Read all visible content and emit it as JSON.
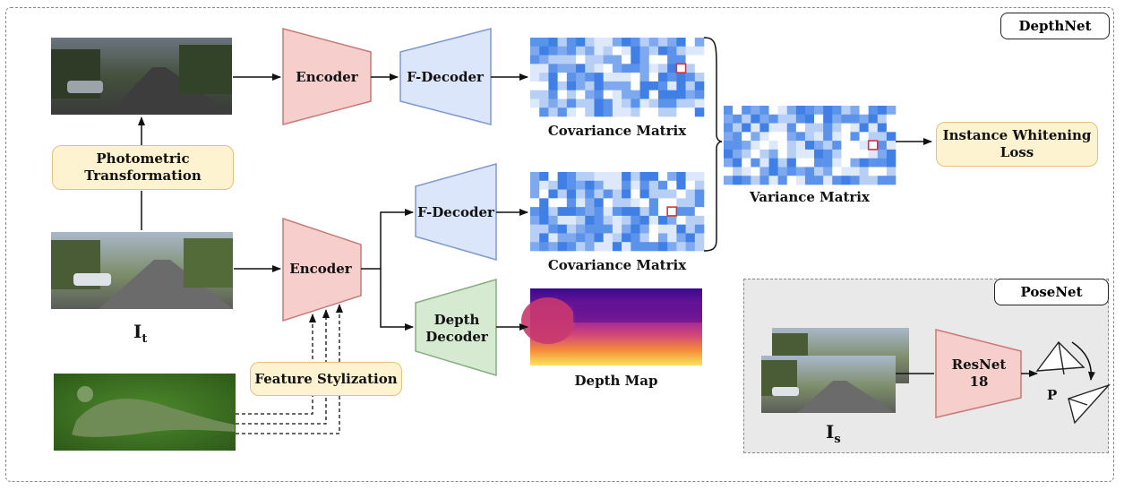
{
  "frames": {
    "depthnet_label": "DepthNet",
    "posenet_label": "PoseNet"
  },
  "blocks": {
    "encoder_top": "Encoder",
    "fdecoder_top": "F-Decoder",
    "encoder_main": "Encoder",
    "fdecoder_mid": "F-Decoder",
    "depth_decoder": "Depth\nDecoder",
    "resnet": "ResNet\n18"
  },
  "boxes": {
    "photometric": "Photometric\nTransformation",
    "feature_stylization": "Feature Stylization",
    "instance_whitening": "Instance Whitening\nLoss"
  },
  "captions": {
    "covariance_top": "Covariance Matrix",
    "covariance_mid": "Covariance Matrix",
    "variance": "Variance Matrix",
    "depth_map": "Depth Map"
  },
  "math": {
    "it_base": "I",
    "it_sub": "t",
    "is_base": "I",
    "is_sub": "s",
    "pose": "P"
  },
  "colors": {
    "encoder_fill": "#f6cfcd",
    "encoder_stroke": "#c77a76",
    "fdecoder_fill": "#dbe6fa",
    "fdecoder_stroke": "#7f99cf",
    "depth_decoder_fill": "#d6ead2",
    "depth_decoder_stroke": "#86ad80",
    "highlight_box": "#e0303a"
  }
}
